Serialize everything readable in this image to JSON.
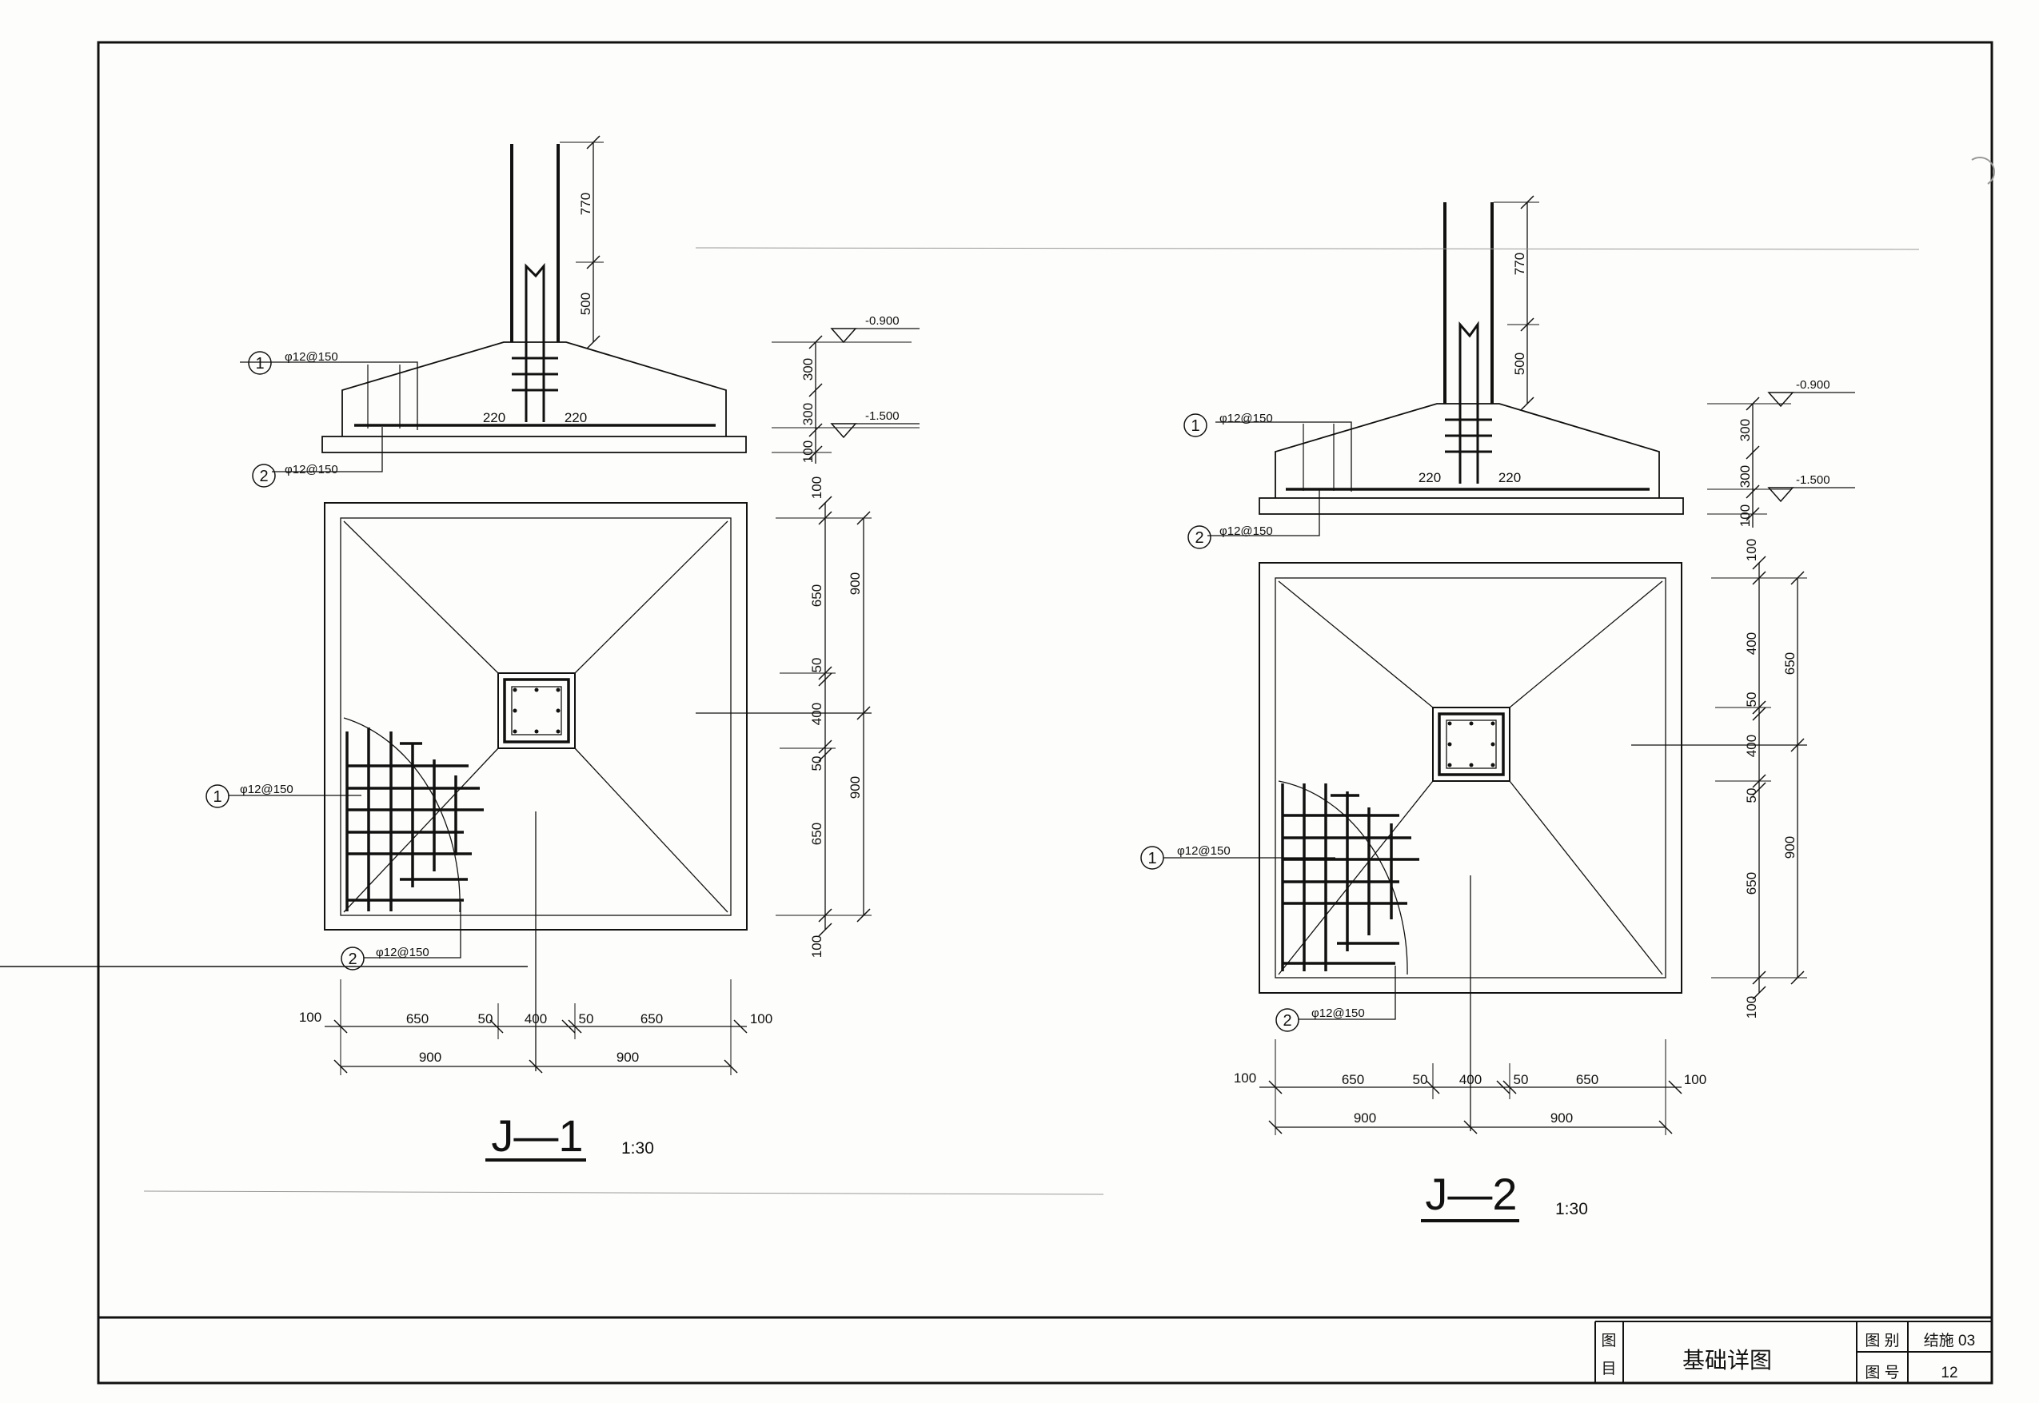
{
  "title_block": {
    "label_tu": "图",
    "label_ming": "目",
    "drawing_name": "基础详图",
    "field_category_label": "图 别",
    "field_category_value": "结施 03",
    "field_number_label": "图 号",
    "field_number_value": "12"
  },
  "details": [
    {
      "id": "J-1",
      "title": "J—1",
      "scale": "1:30",
      "rebar": {
        "callout_1": "1",
        "callout_2": "2",
        "bar_1": "φ12@150",
        "bar_2": "φ12@150",
        "plan_bar_1": "φ12@150",
        "plan_bar_2": "φ12@150"
      },
      "elevations": [
        "-0.900",
        "-1.500"
      ],
      "column_dims": [
        "770",
        "500"
      ],
      "cover_dims": [
        "220",
        "220"
      ],
      "section_heights": [
        "300",
        "300",
        "100"
      ],
      "plan_v_left": [
        "100",
        "650",
        "50",
        "400",
        "50",
        "650",
        "100"
      ],
      "plan_v_right": [
        "900",
        "900"
      ],
      "plan_h_top": [
        "100",
        "650",
        "50",
        "400",
        "50",
        "650",
        "100"
      ],
      "plan_h_bottom": [
        "900",
        "900"
      ]
    },
    {
      "id": "J-2",
      "title": "J—2",
      "scale": "1:30",
      "rebar": {
        "callout_1": "1",
        "callout_2": "2",
        "bar_1": "φ12@150",
        "bar_2": "φ12@150",
        "plan_bar_1": "φ12@150",
        "plan_bar_2": "φ12@150"
      },
      "elevations": [
        "-0.900",
        "-1.500"
      ],
      "column_dims": [
        "770",
        "500"
      ],
      "cover_dims": [
        "220",
        "220"
      ],
      "section_heights": [
        "300",
        "300",
        "100"
      ],
      "plan_v_left": [
        "100",
        "400",
        "50",
        "400",
        "50",
        "650",
        "100"
      ],
      "plan_v_right": [
        "650",
        "900"
      ],
      "plan_h_top": [
        "100",
        "650",
        "50",
        "400",
        "50",
        "650",
        "100"
      ],
      "plan_h_bottom": [
        "900",
        "900"
      ]
    }
  ]
}
